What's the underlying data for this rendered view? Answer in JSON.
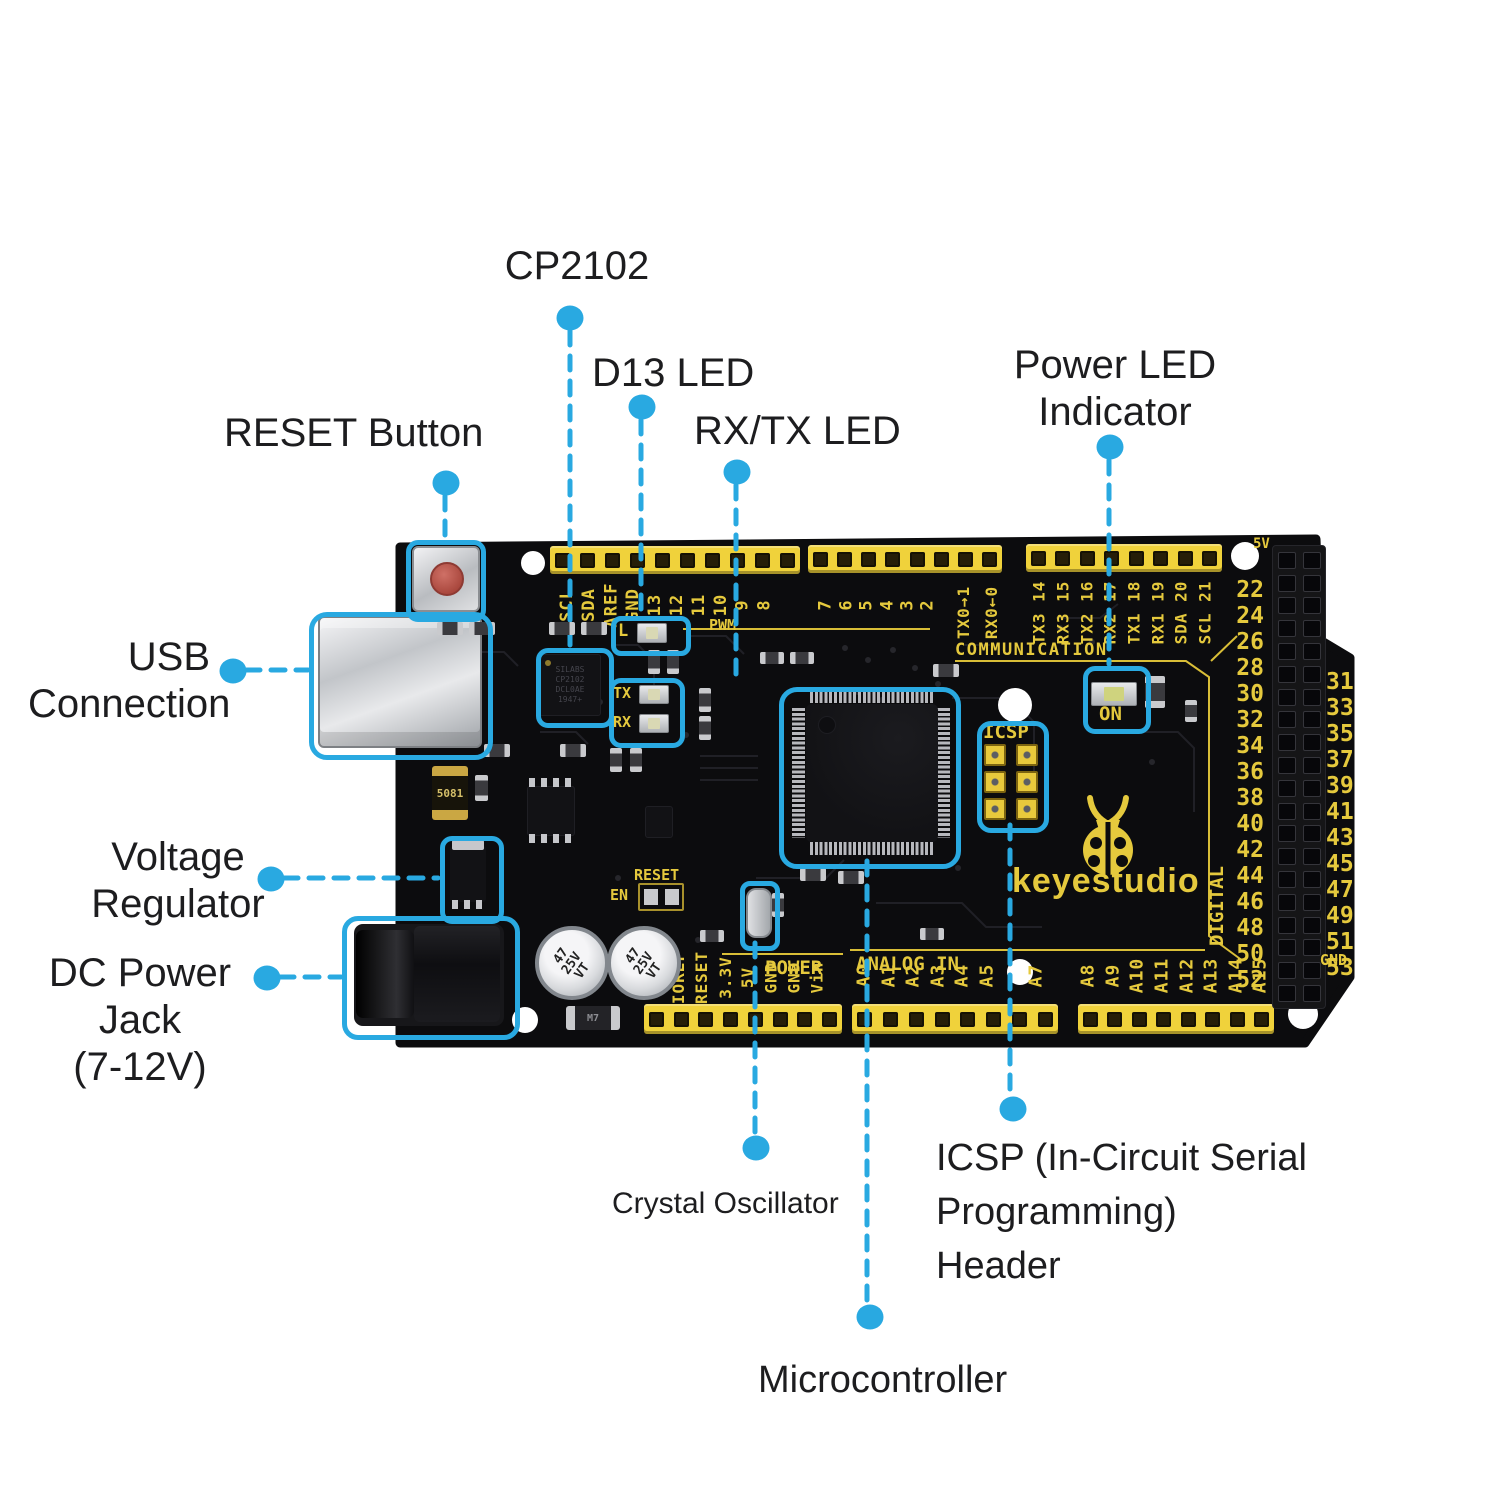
{
  "colors": {
    "highlight": "#29a9e1",
    "board": "#0c0c0e",
    "silkscreen": "#e5c93d",
    "header_yellow": "#f0d23b",
    "label_text": "#1d1d1f",
    "reset_cap_red": "#bf5b50"
  },
  "annotations": {
    "cp2102": "CP2102",
    "d13_led": "D13 LED",
    "rxtx_led": "RX/TX LED",
    "power_led": "Power LED\nIndicator",
    "reset_button": "RESET Button",
    "usb": "USB\nConnection",
    "voltage_regulator": "Voltage\nRegulator",
    "dc_power_jack": "DC Power Jack\n(7-12V)",
    "crystal": "Crystal Oscillator",
    "icsp": "ICSP (In-Circuit Serial\nProgramming)\nHeader",
    "microcontroller": "Microcontroller"
  },
  "board": {
    "brand": "keyestudio",
    "silk": {
      "pwm": "PWM",
      "communication": "COMMUNICATION",
      "power": "POWER",
      "analog_in": "ANALOG IN",
      "digital": "DIGITAL",
      "gnd": "GND",
      "v5": "5V",
      "l": "L",
      "tx": "TX",
      "rx": "RX",
      "on": "ON",
      "icsp": "ICSP",
      "reset": "RESET",
      "en": "EN",
      "fuse": "5081",
      "diode": "M7",
      "cap": "47\n25V\nVT"
    },
    "chip_lines": [
      "SILABS",
      "CP2102",
      "DCL0AE",
      "1947+"
    ],
    "pins": {
      "top_a": [
        "SCL",
        "SDA",
        "AREF",
        "GND",
        "13",
        "12",
        "11",
        "10",
        "9",
        "8"
      ],
      "top_b": [
        "7",
        "6",
        "5",
        "4",
        "3",
        "2"
      ],
      "serial0": [
        "TX0→1",
        "RX0←0"
      ],
      "comm": [
        "TX3 14",
        "RX3 15",
        "TX2 16",
        "RX2 17",
        "TX1 18",
        "RX1 19",
        "SDA 20",
        "SCL 21"
      ],
      "digital_left": [
        "22",
        "24",
        "26",
        "28",
        "30",
        "32",
        "34",
        "36",
        "38",
        "40",
        "42",
        "44",
        "46",
        "48",
        "50",
        "52"
      ],
      "digital_right": [
        "31",
        "33",
        "35",
        "37",
        "39",
        "41",
        "43",
        "45",
        "47",
        "49",
        "51",
        "53"
      ],
      "power": [
        "IOREF",
        "RESET",
        "3.3V",
        "5V",
        "GND",
        "GND",
        "Vin"
      ],
      "analog_a": [
        "A0",
        "A1",
        "A2",
        "A3",
        "A4",
        "A5",
        "",
        "A7"
      ],
      "analog_b": [
        "A8",
        "A9",
        "A10",
        "A11",
        "A12",
        "A13",
        "A14",
        "A15"
      ]
    }
  }
}
